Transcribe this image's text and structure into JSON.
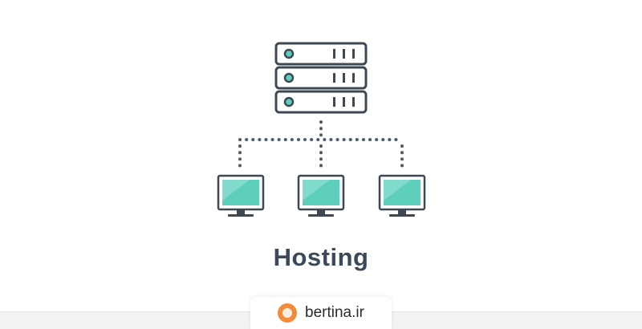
{
  "title": "Hosting",
  "footer": {
    "logo_icon": "bertina-logo-icon",
    "site": "bertina.ir"
  },
  "diagram": {
    "server_units": 3,
    "clients": 3,
    "colors": {
      "outline": "#3d4852",
      "screen": "#5fcfbd",
      "screen_shine": "#8fe0d3",
      "server_light": "#5fcfbd",
      "connector": "#4f5d69"
    }
  }
}
